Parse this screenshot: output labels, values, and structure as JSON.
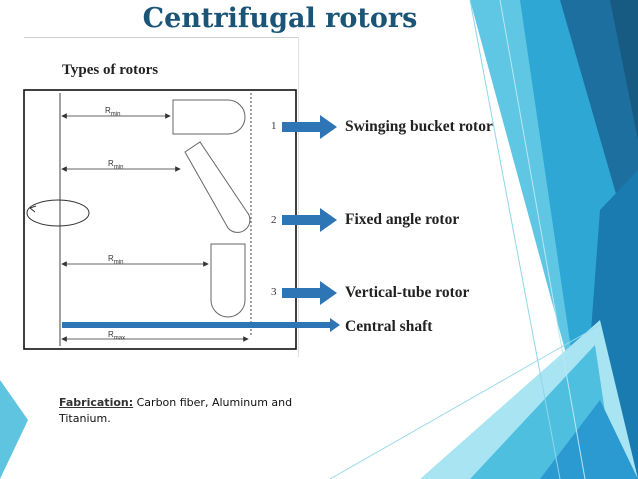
{
  "slide": {
    "title": "Centrifugal rotors",
    "figure_title": "Types of rotors",
    "rotor_numbers": [
      "1",
      "2",
      "3"
    ],
    "rotor_labels": [
      "Swinging bucket rotor",
      "Fixed angle rotor",
      "Vertical-tube rotor",
      "Central shaft"
    ],
    "radius_labels": {
      "r": "R",
      "min": "min",
      "max": "max"
    },
    "fabrication": {
      "label": "Fabrication:",
      "text": " Carbon fiber, Aluminum and Titanium."
    }
  },
  "colors": {
    "title": "#1a5577",
    "arrow": "#2e75b6",
    "accent_teal": "#5ec4df",
    "accent_dark": "#1f6e9e"
  }
}
